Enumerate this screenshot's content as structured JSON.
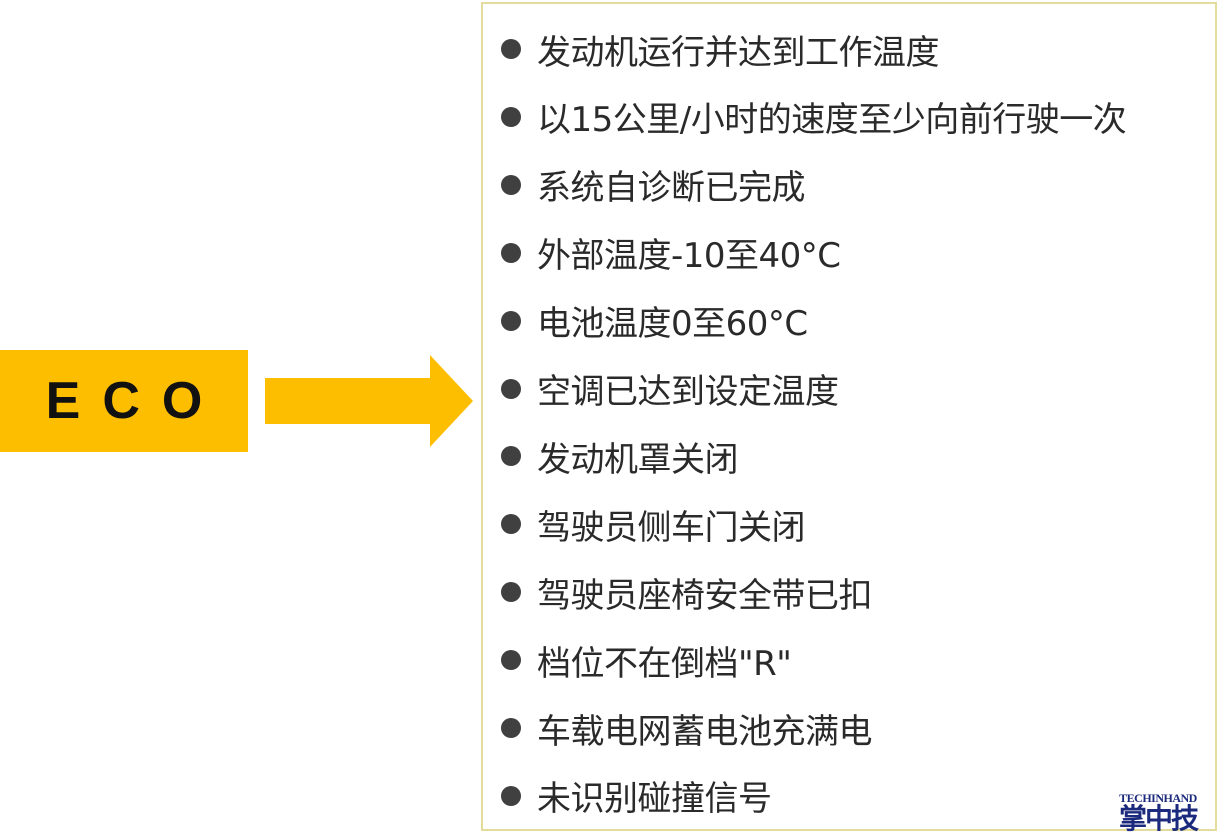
{
  "mode_label": "ECO",
  "conditions": [
    "发动机运行并达到工作温度",
    "以15公里/小时的速度至少向前行驶一次",
    "系统自诊断已完成",
    "外部温度-10至40°C",
    "电池温度0至60°C",
    "空调已达到设定温度",
    "发动机罩关闭",
    "驾驶员侧车门关闭",
    "驾驶员座椅安全带已扣",
    "档位不在倒档\"R\"",
    "车载电网蓄电池充满电",
    "未识别碰撞信号"
  ],
  "logo": {
    "en": "TECHINHAND",
    "cn": "掌中技"
  },
  "colors": {
    "accent": "#fdbe00",
    "border": "#e3dc9c",
    "bullet": "#404040"
  }
}
